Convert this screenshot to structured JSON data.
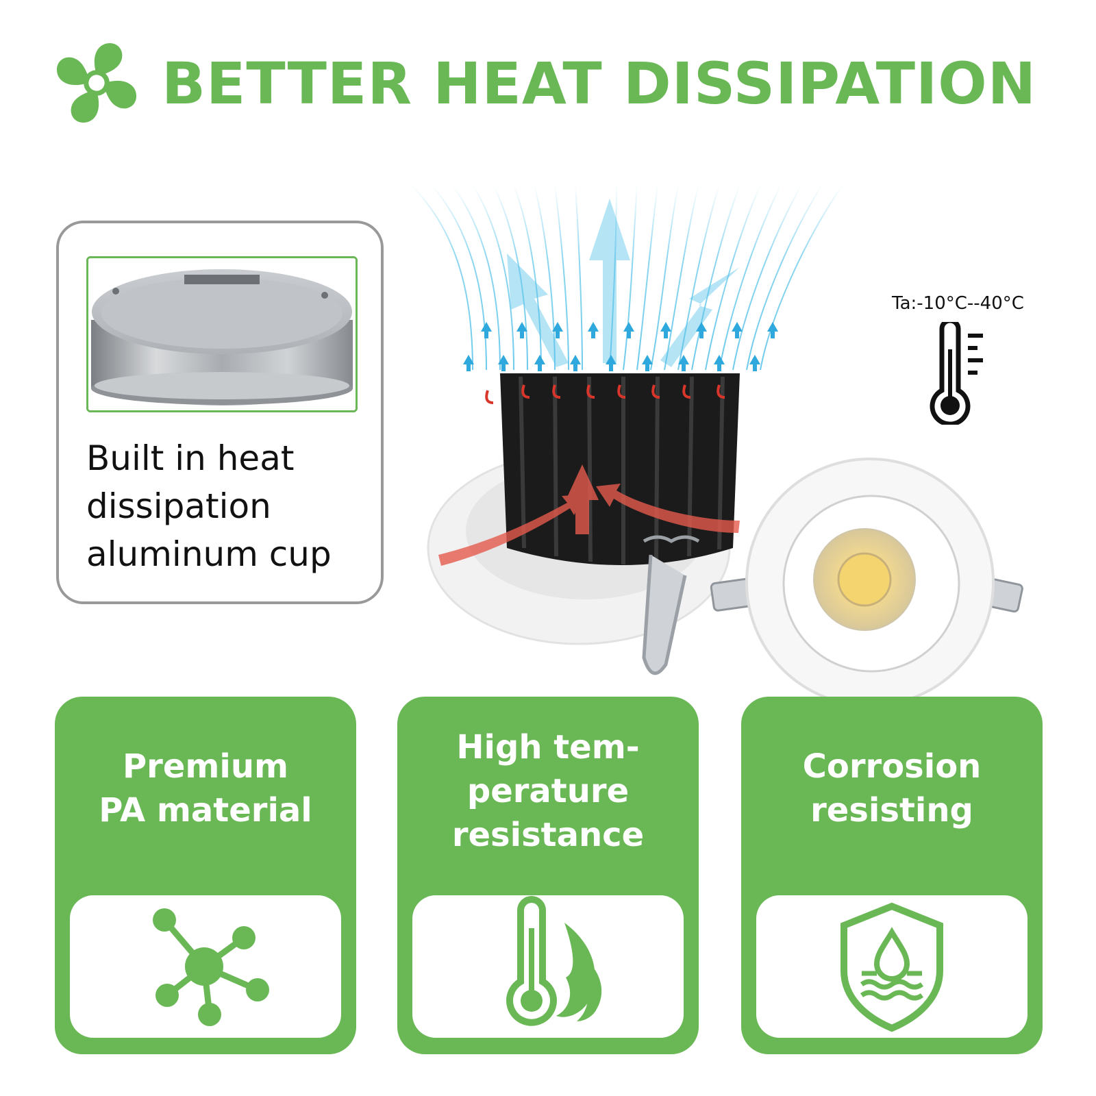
{
  "header": {
    "title": "BETTER HEAT DISSIPATION",
    "icon": "fan-icon"
  },
  "cup_card": {
    "lines": [
      "Built in heat",
      "dissipation",
      "aluminum cup"
    ],
    "photo": "aluminum-cup-photo"
  },
  "temperature": {
    "label": "Ta:-10°C--40°C",
    "icon": "thermometer-icon"
  },
  "features": [
    {
      "lines": [
        "Premium",
        "PA material"
      ],
      "icon": "molecule-icon"
    },
    {
      "lines": [
        "High tem-",
        "perature",
        "resistance"
      ],
      "icon": "thermometer-flame-icon"
    },
    {
      "lines": [
        "Corrosion",
        "resisting"
      ],
      "icon": "water-shield-icon"
    }
  ],
  "colors": {
    "brand_green": "#6ab855",
    "airflow_blue": "#5cc4ea",
    "heat_red": "#d9362b"
  }
}
